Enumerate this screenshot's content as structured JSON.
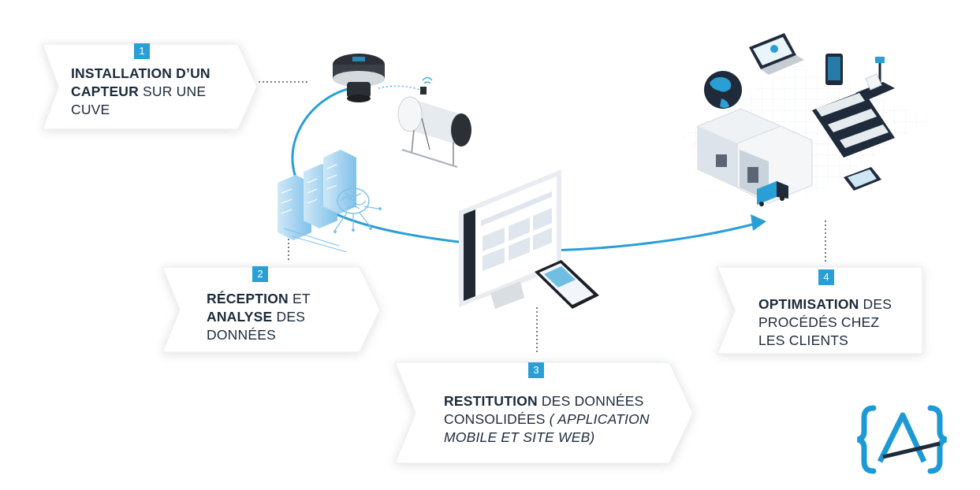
{
  "steps": [
    {
      "number": "1",
      "lines": [
        [
          {
            "t": "INSTALLATION D’UN",
            "b": true
          }
        ],
        [
          {
            "t": "CAPTEUR",
            "b": true
          },
          {
            "t": " SUR UNE"
          }
        ],
        [
          {
            "t": "CUVE"
          }
        ]
      ]
    },
    {
      "number": "2",
      "lines": [
        [
          {
            "t": "RÉCEPTION",
            "b": true
          },
          {
            "t": " ET"
          }
        ],
        [
          {
            "t": "ANALYSE",
            "b": true
          },
          {
            "t": " DES"
          }
        ],
        [
          {
            "t": "DONNÉES"
          }
        ]
      ]
    },
    {
      "number": "3",
      "lines": [
        [
          {
            "t": "RESTITUTION",
            "b": true
          },
          {
            "t": " DES  DONNÉES"
          }
        ],
        [
          {
            "t": "CONSOLIDÉES "
          },
          {
            "t": "( APPLICATION",
            "i": true
          }
        ],
        [
          {
            "t": "MOBILE ET SITE WEB)",
            "i": true
          }
        ]
      ]
    },
    {
      "number": "4",
      "lines": [
        [
          {
            "t": "OPTIMISATION",
            "b": true
          },
          {
            "t": " DES"
          }
        ],
        [
          {
            "t": "PROCÉDÉS CHEZ"
          }
        ],
        [
          {
            "t": "LES CLIENTS"
          }
        ]
      ]
    }
  ],
  "colors": {
    "accent": "#2a9fd6",
    "text": "#1c2b3a",
    "logo": "#1d9ad6",
    "card_fill": "#ffffff"
  },
  "icons": [
    "tank-sensor-icon",
    "fuel-tank-icon",
    "server-rack-icon",
    "brain-circuit-icon",
    "desktop-monitor-icon",
    "smartphone-icon",
    "globe-icon",
    "warehouse-icon",
    "laptop-icon",
    "tablet-icon",
    "phone-icon",
    "scale-icon",
    "conveyor-icon",
    "truck-icon",
    "logo-icon"
  ]
}
